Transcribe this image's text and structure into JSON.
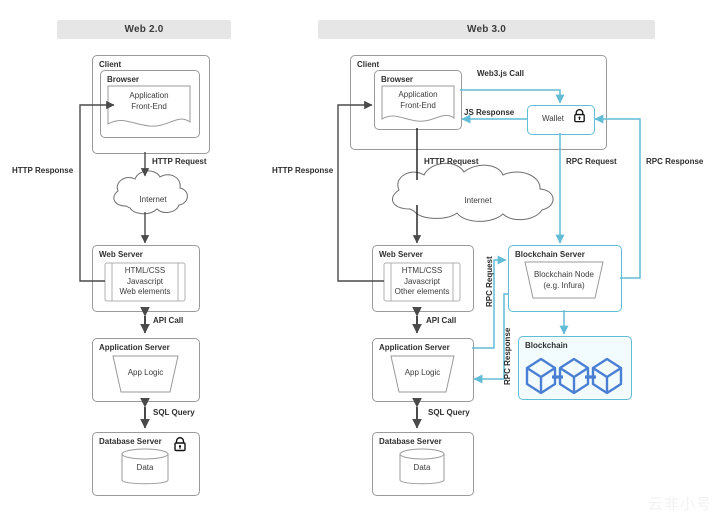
{
  "columns": {
    "web2": {
      "title": "Web 2.0"
    },
    "web3": {
      "title": "Web 3.0"
    }
  },
  "web2": {
    "client": {
      "label": "Client"
    },
    "browser": {
      "label": "Browser"
    },
    "frontend": {
      "label": "Application\nFront-End"
    },
    "internet": {
      "label": "Internet"
    },
    "web_server": {
      "label": "Web Server",
      "contents": "HTML/CSS\nJavascript\nWeb elements"
    },
    "app_server": {
      "label": "Application Server",
      "contents": "App Logic"
    },
    "db_server": {
      "label": "Database Server",
      "contents": "Data",
      "lock": "lock-icon"
    },
    "edges": {
      "http_request": "HTTP Request",
      "http_response": "HTTP Response",
      "api_call": "API Call",
      "sql_query": "SQL Query"
    }
  },
  "web3": {
    "client": {
      "label": "Client"
    },
    "browser": {
      "label": "Browser"
    },
    "frontend": {
      "label": "Application\nFront-End"
    },
    "wallet": {
      "label": "Wallet",
      "lock": "lock-icon"
    },
    "internet": {
      "label": "Internet"
    },
    "web_server": {
      "label": "Web Server",
      "contents": "HTML/CSS\nJavascript\nOther elements"
    },
    "app_server": {
      "label": "Application Server",
      "contents": "App Logic"
    },
    "db_server": {
      "label": "Database Server",
      "contents": "Data"
    },
    "blockchain_server": {
      "label": "Blockchain Server",
      "contents": "Blockchain Node\n(e.g. Infura)"
    },
    "blockchain": {
      "label": "Blockchain"
    },
    "edges": {
      "web3js_call": "Web3.js Call",
      "js_response": "JS Response",
      "http_request": "HTTP Request",
      "http_response": "HTTP Response",
      "rpc_request_top": "RPC Request",
      "rpc_response_top": "RPC Response",
      "api_call": "API Call",
      "sql_query": "SQL Query",
      "rpc_request_mid": "RPC Request",
      "rpc_response_mid": "RPC Response"
    }
  },
  "watermark": {
    "text": "云非小号"
  },
  "colors": {
    "header_bg": "#e6e6e6",
    "stroke_dark": "#5a5a5a",
    "stroke_gray": "#9a9a9a",
    "accent_blue": "#62bcd6",
    "cube_blue": "#4a7fd4",
    "chain_bg": "#f2fbfd"
  }
}
